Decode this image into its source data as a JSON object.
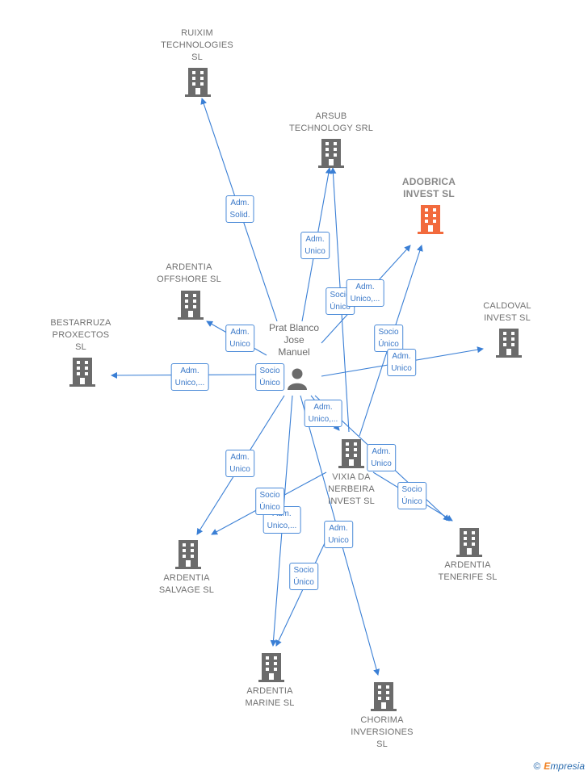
{
  "center": {
    "name": "Prat Blanco\nJose\nManuel"
  },
  "companies": [
    {
      "id": "ruixim",
      "name": "RUIXIM\nTECHNOLOGIES\nSL"
    },
    {
      "id": "arsub",
      "name": "ARSUB\nTECHNOLOGY SRL"
    },
    {
      "id": "adobrica",
      "name": "ADOBRICA\nINVEST  SL",
      "highlight": true
    },
    {
      "id": "ardentia_offshore",
      "name": "ARDENTIA\nOFFSHORE  SL"
    },
    {
      "id": "bestarruza",
      "name": "BESTARRUZA\nPROXECTOS\nSL"
    },
    {
      "id": "caldoval",
      "name": "CALDOVAL\nINVEST  SL"
    },
    {
      "id": "vixia",
      "name": "VIXIA DA\nNERBEIRA\nINVEST  SL"
    },
    {
      "id": "ardentia_salvage",
      "name": "ARDENTIA\nSALVAGE  SL"
    },
    {
      "id": "ardentia_tenerife",
      "name": "ARDENTIA\nTENERIFE  SL"
    },
    {
      "id": "ardentia_marine",
      "name": "ARDENTIA\nMARINE SL"
    },
    {
      "id": "chorima",
      "name": "CHORIMA\nINVERSIONES\nSL"
    }
  ],
  "relations": [
    {
      "label": "Adm.\nSolid."
    },
    {
      "label": "Adm.\nUnico"
    },
    {
      "label": "Socio\nÚnico"
    },
    {
      "label": "Adm.\nUnico,..."
    },
    {
      "label": "Adm.\nUnico"
    },
    {
      "label": "Socio\nÚnico"
    },
    {
      "label": "Adm.\nUnico"
    },
    {
      "label": "Adm.\nUnico,..."
    },
    {
      "label": "Socio\nÚnico"
    },
    {
      "label": "Adm.\nUnico,..."
    },
    {
      "label": "Adm.\nUnico"
    },
    {
      "label": "Adm.\nUnico"
    },
    {
      "label": "Socio\nÚnico"
    },
    {
      "label": "Adm.\nUnico,..."
    },
    {
      "label": "Socio\nÚnico"
    },
    {
      "label": "Adm.\nUnico"
    },
    {
      "label": "Socio\nÚnico"
    }
  ],
  "colors": {
    "edge": "#3a7fd5",
    "building": "#6b6b6b",
    "highlight": "#f26a3d"
  },
  "footer": {
    "copyright": "©",
    "brand_initial": "E",
    "brand_rest": "mpresia"
  }
}
